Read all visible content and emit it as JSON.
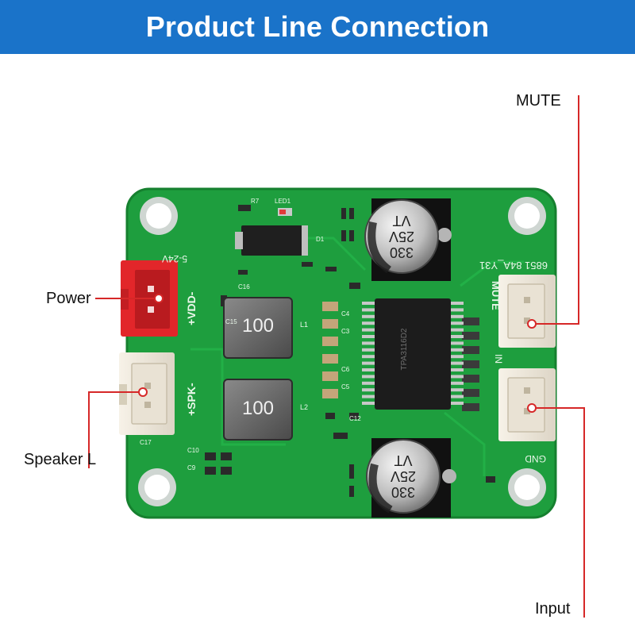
{
  "header": {
    "title": "Product Line Connection"
  },
  "callouts": {
    "mute": "MUTE",
    "power": "Power",
    "speaker": "Speaker L",
    "input": "Input"
  },
  "board": {
    "top_label_left": "R7",
    "top_label_mid": "LED1",
    "d1": "D1",
    "board_code": "6851 84A_Y31",
    "voltage": "5-24V",
    "vdd": "+VDD-",
    "spk": "+SPK-",
    "mute_silk": "MUTE",
    "in_silk": "IN",
    "gnd_silk": "GND",
    "c16": "C16",
    "c15": "C15",
    "c10": "C10",
    "c9": "C9",
    "c17": "C17",
    "c12": "C12",
    "c4": "C4",
    "c3": "C3",
    "c6": "C6",
    "c5": "C5",
    "l1": "L1",
    "l2": "L2",
    "inductor1": "100",
    "inductor2": "100",
    "cap_top": {
      "line1": "330",
      "line2": "25V",
      "line3": "VT"
    },
    "cap_bottom": {
      "line1": "330",
      "line2": "25V",
      "line3": "VT"
    },
    "chip_line1": "TPA3116D2"
  },
  "colors": {
    "banner": "#1a73c9",
    "pcb": "#1e9e3e",
    "callout_line": "#d62828",
    "power_connector": "#e2262a"
  }
}
